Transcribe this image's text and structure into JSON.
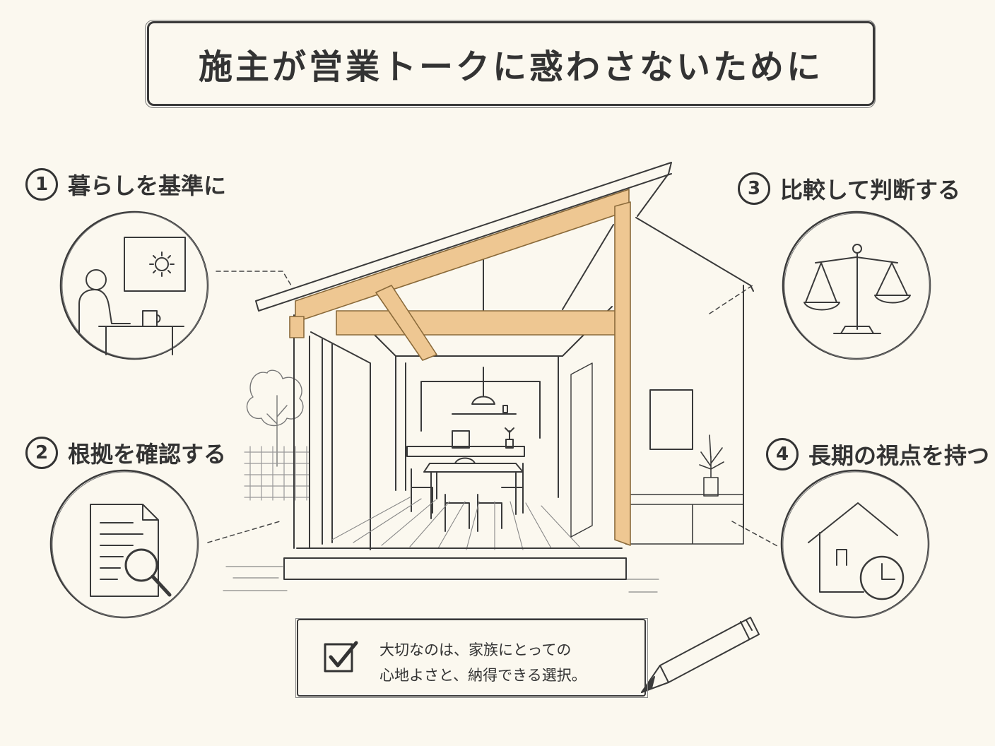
{
  "title": "施主が営業トークに惑わさないために",
  "steps": [
    {
      "number": "1",
      "label": "暮らしを基準に",
      "icon": "person-at-desk-icon"
    },
    {
      "number": "2",
      "label": "根拠を確認する",
      "icon": "document-magnifier-icon"
    },
    {
      "number": "3",
      "label": "比較して判断する",
      "icon": "balance-scale-icon"
    },
    {
      "number": "4",
      "label": "長期の視点を持つ",
      "icon": "house-clock-icon"
    }
  ],
  "message": {
    "line1": "大切なのは、家族にとっての",
    "line2": "心地よさと、納得できる選択。",
    "icon": "checkbox-check-icon"
  },
  "colors": {
    "ink": "#333333",
    "paper": "#fbf8ef",
    "wood": "#eec792"
  }
}
